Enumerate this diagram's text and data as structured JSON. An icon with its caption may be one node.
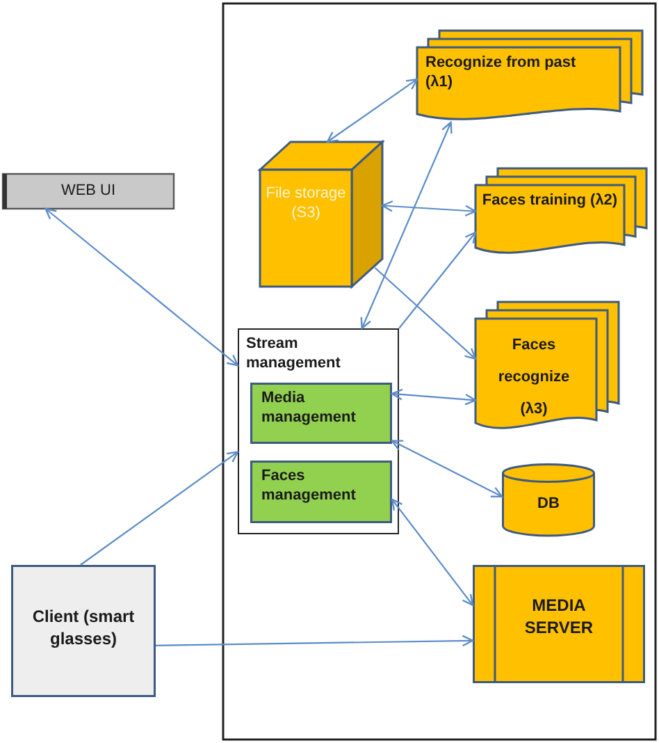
{
  "diagram": {
    "nodes": [
      {
        "text": [],
        "shape": "box"
      },
      {
        "text": [
          "Recognize from past (λ1)"
        ],
        "in": 0
      },
      {
        "text": [
          "File storage (S3)"
        ],
        "in": 0
      },
      {
        "text": [
          "WEB UI"
        ]
      },
      {
        "text": [
          "Faces training (λ2)"
        ],
        "in": 0
      },
      {
        "text": [
          "Stream management"
        ],
        "in": 0
      },
      {
        "text": [
          "Media management"
        ],
        "in": 5
      },
      {
        "text": [
          "Faces management"
        ],
        "in": 5
      },
      {
        "text": [
          "Faces recognize (λ3)"
        ],
        "in": 0
      },
      {
        "text": [
          "DB"
        ],
        "in": 0
      },
      {
        "text": [
          "MEDIA SERVER"
        ],
        "in": 0
      },
      {
        "text": [
          "Client (smart glasses)"
        ]
      }
    ],
    "edges": [
      {
        "from": 2,
        "to": 1,
        "arrow": "both"
      },
      {
        "from": 2,
        "to": 4,
        "arrow": "both"
      },
      {
        "from": 2,
        "to": 8,
        "arrow": "to"
      },
      {
        "from": 5,
        "to": 1,
        "arrow": "both"
      },
      {
        "from": 5,
        "to": 4,
        "arrow": "to"
      },
      {
        "from": 3,
        "to": 5,
        "arrow": "both"
      },
      {
        "from": 6,
        "to": 8,
        "arrow": "both"
      },
      {
        "from": 6,
        "to": 9,
        "arrow": "both"
      },
      {
        "from": 7,
        "to": 10,
        "arrow": "both"
      },
      {
        "from": 11,
        "to": 5,
        "arrow": "to"
      },
      {
        "from": 11,
        "to": 10,
        "arrow": "to"
      }
    ]
  }
}
